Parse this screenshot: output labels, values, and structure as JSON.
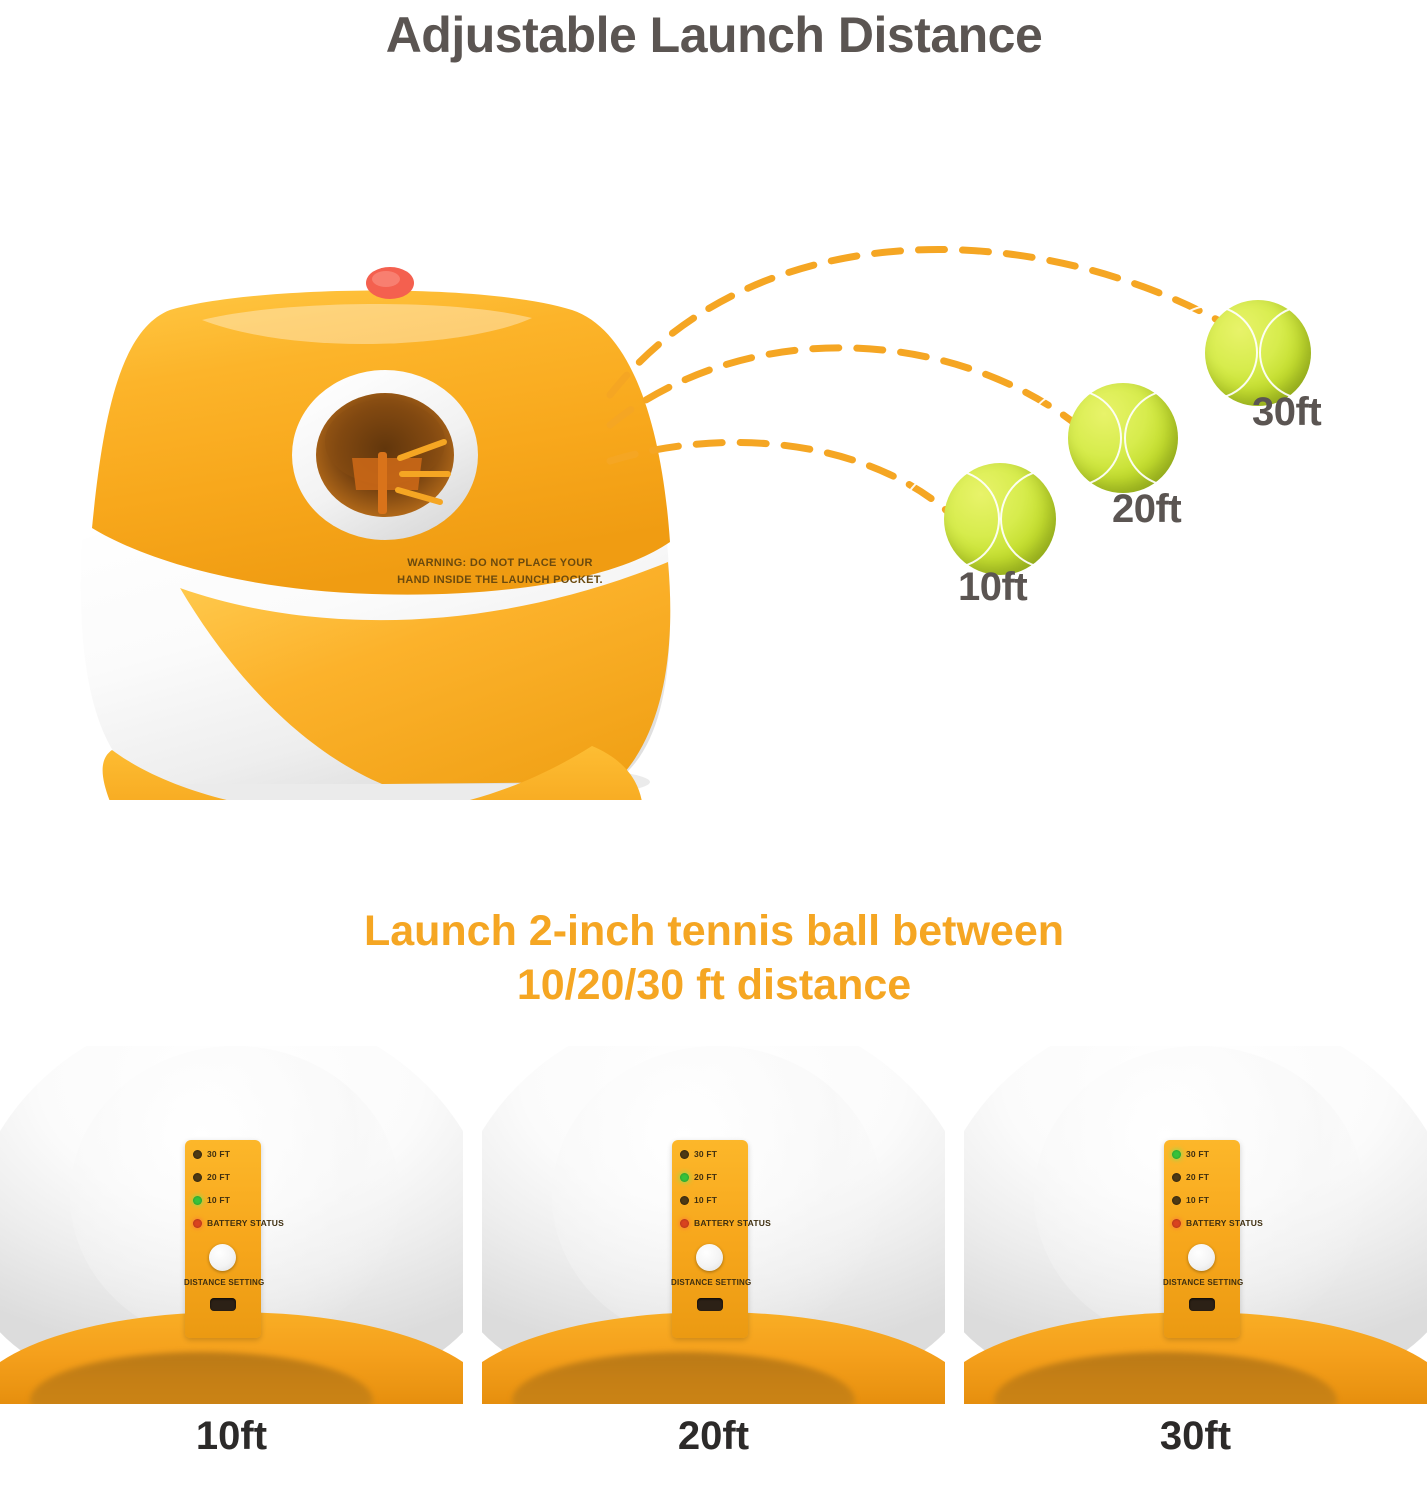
{
  "headline": "Adjustable Launch Distance",
  "subhead_line1": "Launch 2-inch tennis ball between",
  "subhead_line2": "10/20/30 ft distance",
  "machine": {
    "warning_line1": "WARNING: DO NOT PLACE YOUR",
    "warning_line2": "HAND INSIDE THE LAUNCH POCKET."
  },
  "trajectories": [
    {
      "label": "10ft"
    },
    {
      "label": "20ft"
    },
    {
      "label": "30ft"
    }
  ],
  "panels": [
    {
      "caption": "10ft",
      "leds": [
        {
          "label": "30 FT",
          "state": "off"
        },
        {
          "label": "20 FT",
          "state": "off"
        },
        {
          "label": "10 FT",
          "state": "green"
        },
        {
          "label": "BATTERY STATUS",
          "state": "red"
        }
      ],
      "button_label": "DISTANCE SETTING"
    },
    {
      "caption": "20ft",
      "leds": [
        {
          "label": "30 FT",
          "state": "off"
        },
        {
          "label": "20 FT",
          "state": "green"
        },
        {
          "label": "10 FT",
          "state": "off"
        },
        {
          "label": "BATTERY STATUS",
          "state": "red"
        }
      ],
      "button_label": "DISTANCE SETTING"
    },
    {
      "caption": "30ft",
      "leds": [
        {
          "label": "30 FT",
          "state": "green"
        },
        {
          "label": "20 FT",
          "state": "off"
        },
        {
          "label": "10 FT",
          "state": "off"
        },
        {
          "label": "BATTERY STATUS",
          "state": "red"
        }
      ],
      "button_label": "DISTANCE SETTING"
    }
  ],
  "colors": {
    "brand_orange": "#f5a623",
    "headline_gray": "#5b5552",
    "ball_green": "#cfe63c",
    "led_green": "#37c23a",
    "led_red": "#d9431f"
  }
}
